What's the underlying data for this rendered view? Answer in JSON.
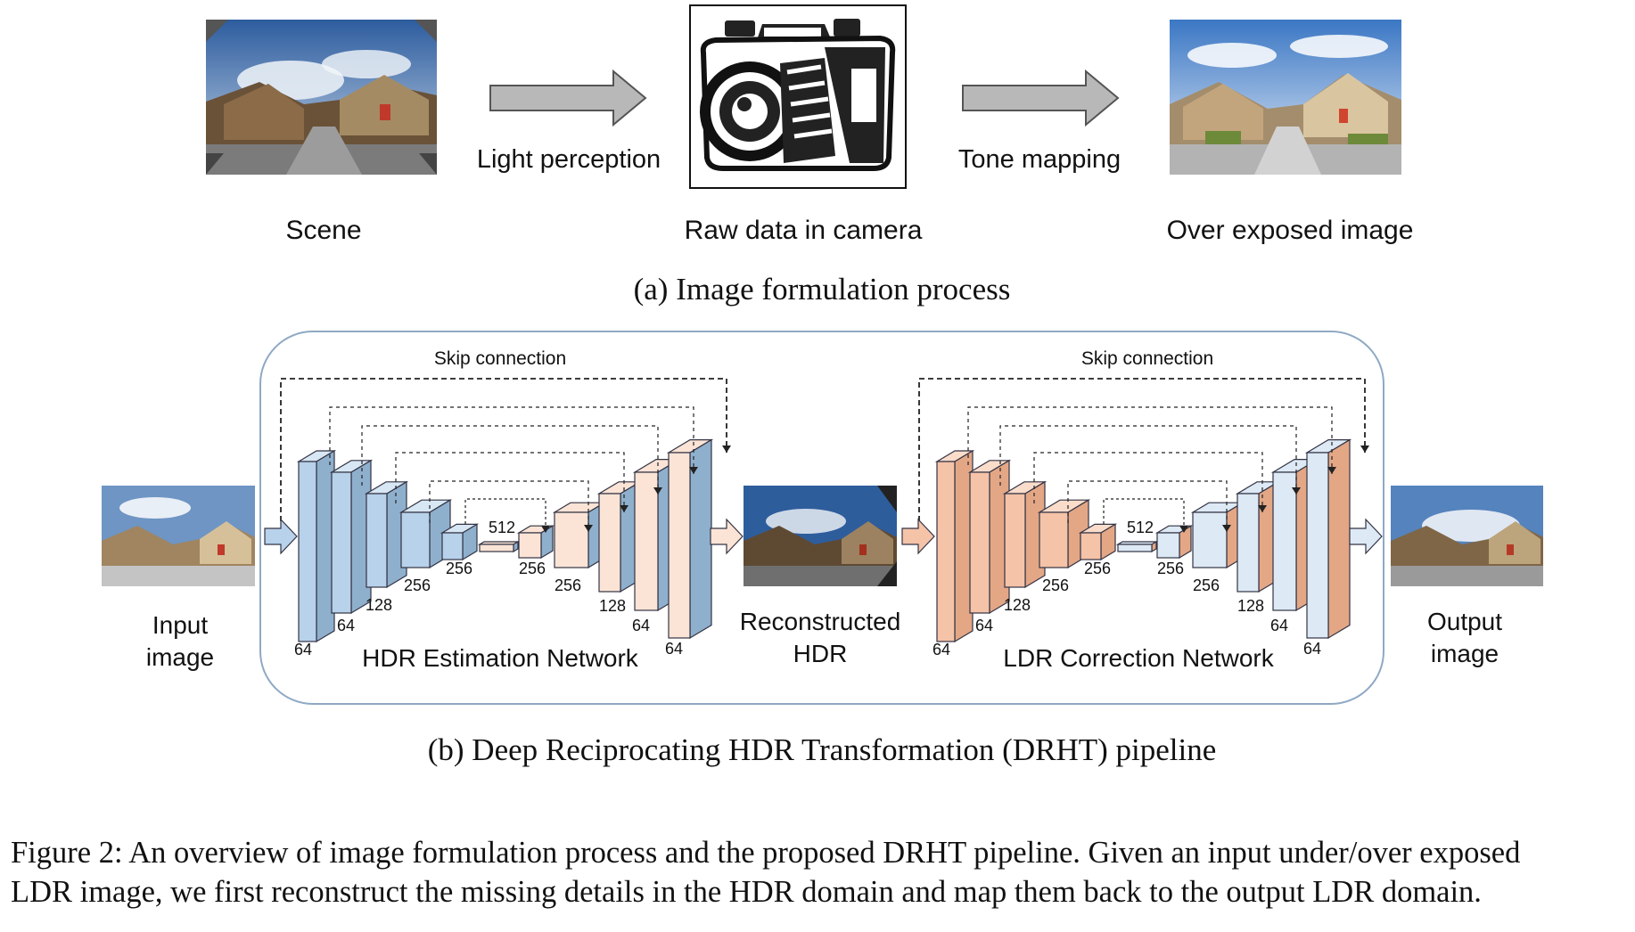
{
  "part_a": {
    "scene_label": "Scene",
    "light_label": "Light perception",
    "camera_label": "Raw data in camera",
    "tone_label": "Tone mapping",
    "over_label": "Over exposed image",
    "caption": "(a) Image formulation process"
  },
  "part_b": {
    "input_label": [
      "Input",
      "image"
    ],
    "reconstructed_label": [
      "Reconstructed",
      "HDR"
    ],
    "output_label": [
      "Output",
      "image"
    ],
    "network1": {
      "name": "HDR Estimation Network",
      "skip_label": "Skip connection",
      "encoder_channels": [
        "64",
        "64",
        "128",
        "256",
        "256"
      ],
      "bottleneck": "512",
      "decoder_channels": [
        "256",
        "256",
        "128",
        "64",
        "64"
      ]
    },
    "network2": {
      "name": "LDR Correction Network",
      "skip_label": "Skip connection",
      "encoder_channels": [
        "64",
        "64",
        "128",
        "256",
        "256"
      ],
      "bottleneck": "512",
      "decoder_channels": [
        "256",
        "256",
        "128",
        "64",
        "64"
      ]
    },
    "caption": "(b) Deep Reciprocating HDR Transformation (DRHT) pipeline"
  },
  "figure_caption": [
    "Figure 2: An overview of image formulation process and the proposed DRHT pipeline. Given an input under/over exposed",
    "LDR image, we first reconstruct the missing details in the HDR domain and map them back to the output LDR domain."
  ],
  "colors": {
    "hdr_block": "#b7d2ea",
    "hdr_block_top": "#d8e7f4",
    "hdr_block_side": "#8fb0cd",
    "ldr_block": "#f5c3a8",
    "ldr_block_top": "#fadcca",
    "ldr_block_side": "#e3a786",
    "decoder_pale": "#fbe4d6",
    "decoder_pale_blue": "#dde9f5",
    "frame": "#8fa9c4",
    "arrow_gray": "#b8b8b8"
  }
}
